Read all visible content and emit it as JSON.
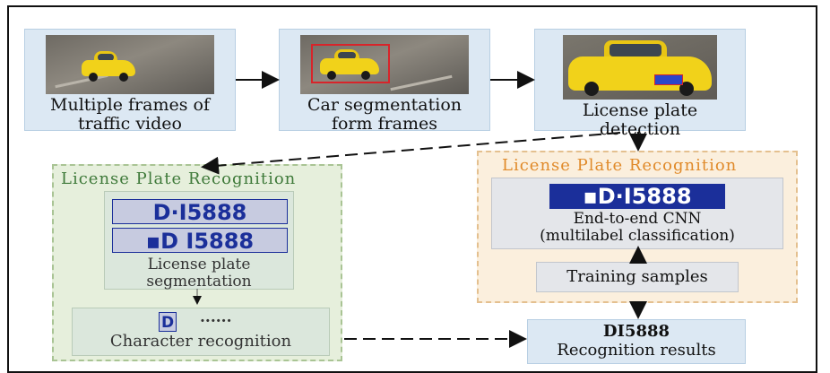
{
  "steps": {
    "frames_label_1": "Multiple frames of",
    "frames_label_2": "traffic video",
    "seg_label_1": "Car segmentation",
    "seg_label_2": "form frames",
    "detect_label_1": "License plate",
    "detect_label_2": "detection"
  },
  "left_panel": {
    "title": "License Plate Recognition",
    "plate_text_1": "D·I5888",
    "plate_text_2": "▪D I5888",
    "seg_label_1": "License plate",
    "seg_label_2": "segmentation",
    "char_glyph": "D",
    "char_dots": "......",
    "char_label": "Character recognition"
  },
  "right_panel": {
    "title": "License Plate Recognition",
    "plate_text": "▪D·I5888",
    "cnn_label_1": "End-to-end CNN",
    "cnn_label_2": "(multilabel classification)",
    "training_label": "Training samples"
  },
  "result": {
    "value": "DI5888",
    "label": "Recognition results"
  },
  "colors": {
    "box_blue": "#dce8f3",
    "panel_green": "#e6efdc",
    "panel_orange": "#fbefdd",
    "title_green": "#3f7a3a",
    "title_orange": "#e08a2a",
    "plate_blue": "#1b2f9a"
  }
}
